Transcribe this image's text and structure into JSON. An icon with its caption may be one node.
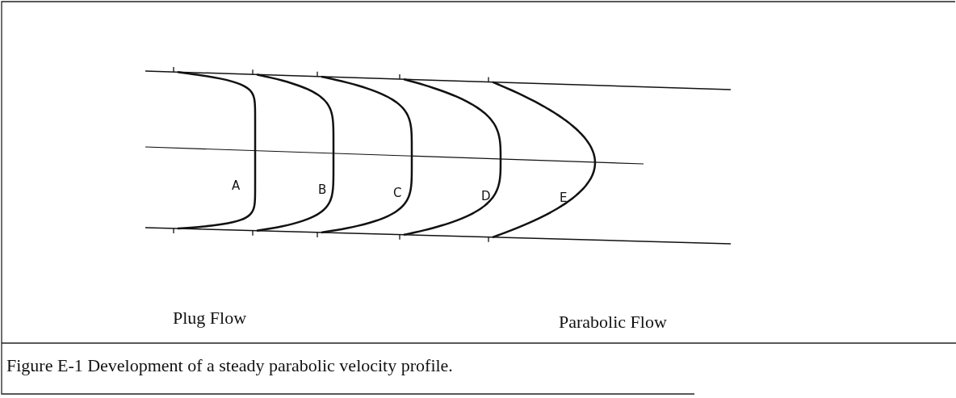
{
  "diagram": {
    "caption": "Figure E-1 Development of a steady parabolic velocity profile.",
    "labels": [
      "A",
      "B",
      "C",
      "D",
      "E",
      "Plug Flow",
      "Parabolic Flow"
    ]
  }
}
